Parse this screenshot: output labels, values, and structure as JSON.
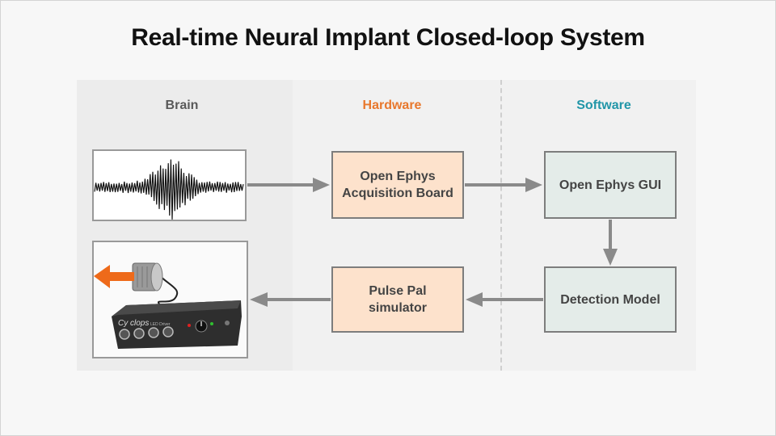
{
  "title": "Real-time Neural Implant Closed-loop System",
  "columns": {
    "brain": {
      "label": "Brain",
      "color": "#595959"
    },
    "hardware": {
      "label": "Hardware",
      "color": "#e8782d"
    },
    "software": {
      "label": "Software",
      "color": "#2196a8"
    }
  },
  "boxes": {
    "acquisition_board": {
      "line1": "Open Ephys",
      "line2": "Acquisition Board"
    },
    "open_ephys_gui": {
      "label": "Open Ephys GUI"
    },
    "detection_model": {
      "label": "Detection Model"
    },
    "pulse_pal": {
      "line1": "Pulse Pal",
      "line2": "simulator"
    }
  },
  "device": {
    "brand": "Cy clops",
    "subtitle": "LED Driver",
    "led_color": "#ee6a1a"
  },
  "colors": {
    "arrow": "#8a8a8a",
    "hardware_fill": "#fde2cc",
    "software_fill": "#e4ece9"
  }
}
